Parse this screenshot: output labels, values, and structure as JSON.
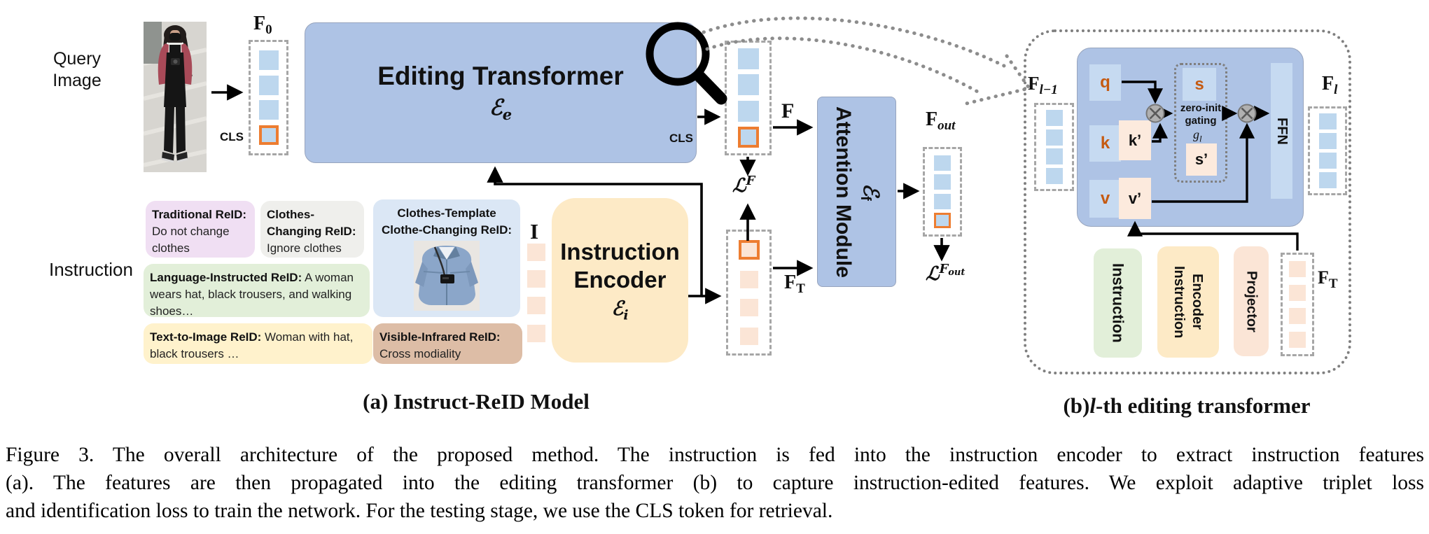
{
  "colors": {
    "box-blue": "#aec3e5",
    "box-blue-border": "#97a4bd",
    "token-blue": "#bdd7ee",
    "qkv-blue": "#c6daf1",
    "peach": "#fbe5d6",
    "peach-light": "#fceadd",
    "orange": "#ed7d31",
    "letter-orange": "#c55a11",
    "cream": "#fdeac6",
    "lavender": "#f0dff3",
    "graybox": "#efefec",
    "green": "#e2efd9",
    "yellow": "#fff2cc",
    "tplblue": "#dbe7f5",
    "tan": "#ddbda6",
    "dash-gray": "#a6a6a6",
    "dot-gray": "#7f7f7f"
  },
  "panel_a": {
    "query_image_label": "Query Image",
    "f0": {
      "base": "F",
      "sub": "0"
    },
    "cls": "CLS",
    "cls2": "CLS",
    "editing_transformer": {
      "title": "Editing Transformer",
      "symbol": "ℰ",
      "sub": "e"
    },
    "instruction_label": "Instruction",
    "boxes": {
      "traditional": {
        "title": "Traditional ReID:",
        "body": "Do not change clothes"
      },
      "clothes_changing": {
        "title": "Clothes-Changing ReID:",
        "body": "Ignore clothes"
      },
      "clothes_template": {
        "title": "Clothes-Template Clothe-Changing ReID:"
      },
      "language": {
        "title": "Language-Instructed ReID:",
        "body": "A woman wears hat, black trousers, and walking shoes…"
      },
      "text_to_image": {
        "title": "Text-to-Image ReID:",
        "body": "Woman with hat, black trousers …"
      },
      "visible_infrared": {
        "title": "Visible-Infrared ReID:",
        "body": "Cross modiality"
      }
    },
    "i_label": "I",
    "instruction_encoder": {
      "title": "Instruction Encoder",
      "symbol": "ℰ",
      "sub": "i"
    },
    "attention_module": {
      "title": "Attention Module ",
      "symbol": "ℰ",
      "sub": "f"
    },
    "f_label": "F",
    "ft_label": {
      "base": "F",
      "sub": "T"
    },
    "fout_label": {
      "base": "F",
      "sub": "out"
    },
    "loss_f": {
      "base": "ℒ",
      "sup": "F"
    },
    "loss_fout": {
      "base": "ℒ",
      "sup": "F",
      "sup_sub": "out"
    },
    "caption": "(a) Instruct-ReID Model"
  },
  "panel_b": {
    "f_prev": {
      "base": "F",
      "sub": "l−1"
    },
    "f_l": {
      "base": "F",
      "sub": "l"
    },
    "f_t": {
      "base": "F",
      "sub": "T"
    },
    "q": "q",
    "k": "k",
    "v": "v",
    "k_prime": "k’",
    "v_prime": "v’",
    "s": "s",
    "s_prime": "s’",
    "gating_label": "zero-init gating",
    "g": {
      "base": "g",
      "sub": "l"
    },
    "ffn": "FFN",
    "instruction": "Instruction",
    "instruction_encoder": "Instruction Encoder",
    "projector": "Projector",
    "caption": {
      "prefix": "(b) ",
      "italic": "l",
      "rest": "-th editing transformer"
    }
  },
  "figure_caption": {
    "lines": [
      "Figure 3. The overall architecture of the proposed method. The instruction is fed into the instruction encoder to extract instruction features",
      "(a). The features are then propagated into the editing transformer (b) to capture instruction-edited features. We exploit adaptive triplet loss",
      "and identification loss to train the network. For the testing stage, we use the CLS token for retrieval."
    ]
  }
}
